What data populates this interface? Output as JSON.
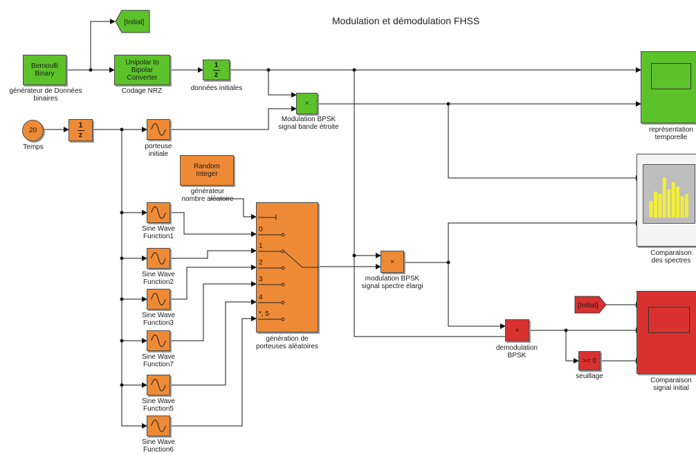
{
  "title": "Modulation et démodulation FHSS",
  "blocks": {
    "goto_initial": "[Initial]",
    "from_initial": "[Initial]",
    "bernoulli": "Bernoulli\nBinary",
    "bernoulli_caption": "générateur de Données\nbinaires",
    "unipolar": "Unipolar to\nBipolar\nConverter",
    "unipolar_caption": "Codage NRZ",
    "delay_num": "1",
    "delay_den": "z",
    "delay1_caption": "données initiales",
    "product_symbol": "×",
    "mod_narrow_caption": "Modulation BPSK\nsignal bande étroite",
    "scope1_caption": "représentation\ntemporelle",
    "clock_value": "20",
    "clock_caption": "Temps",
    "carrier_caption": "porteuse\ninitiale",
    "random_int": "Random\nInteger",
    "random_caption": "générateur\nnombre aléatoire",
    "spectrum_caption": "Comparaison\ndes spectres",
    "sine1_caption": "Sine Wave\nFunction1",
    "sine2_caption": "Sine Wave\nFunction2",
    "sine3_caption": "Sine Wave\nFunction3",
    "sine7_caption": "Sine Wave\nFunction7",
    "sine5_caption": "Sine Wave\nFunction5",
    "sine6_caption": "Sine Wave\nFunction6",
    "switch_caption": "génération de\nporteuses aléatoires",
    "switch_ports": [
      "0",
      "1",
      "2",
      "3",
      "4",
      "*, 5"
    ],
    "mod_spread_caption": "modulation BPSK\nsignal spectre élargi",
    "demod_caption": "demodulation\nBPSK",
    "threshold": ">= 0",
    "threshold_caption": "seuillage",
    "scope2_caption": "Comparaison\nsignal initial"
  },
  "colors": {
    "source_green": "#5cc22a",
    "carrier_orange": "#ee8a36",
    "receiver_red": "#d8312f",
    "spectrum_bars": "#f2ef3a"
  },
  "spectrum_bar_levels": [
    0.35,
    0.55,
    0.5,
    0.85,
    0.6,
    0.75,
    0.65,
    0.45,
    0.5
  ]
}
